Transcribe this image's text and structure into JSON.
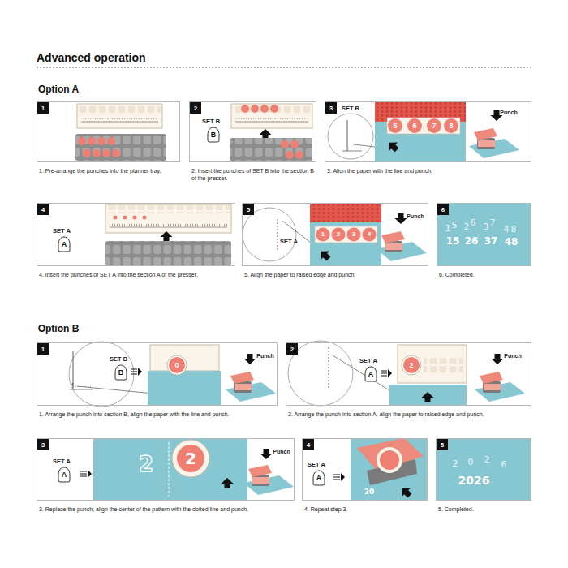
{
  "diagram": {
    "title": "Advanced operation",
    "nodes": [
      {
        "text": [
          "1",
          "1. Pre-arrange the punches into the planner tray."
        ]
      },
      {
        "text": [
          "2",
          "2. Insert the punches of SET B into the section B of the presser."
        ]
      },
      {
        "text": [
          "SET B",
          "B"
        ],
        "in": 1
      },
      {
        "text": [
          "3",
          "3. Align the paper with the line and punch."
        ]
      },
      {
        "text": [
          "4",
          "4. Insert the punches of SET A into the section A of the presser."
        ]
      },
      {
        "text": [
          "SET A",
          "A"
        ],
        "in": 4
      },
      {
        "text": [
          "5",
          "5. Align the paper to raised edge and punch."
        ]
      },
      {
        "text": [
          "6",
          "6. Completed."
        ]
      },
      {
        "text": [
          "1",
          "1. Arrange the punch into section B, align the paper with the line and punch."
        ]
      },
      {
        "text": [
          "SET B",
          "B"
        ],
        "in": 8
      },
      {
        "text": [
          "2",
          "2. Arrange the punch into section A, align the paper to raised edge and punch."
        ]
      },
      {
        "text": [
          "SET A",
          "A"
        ],
        "in": 10
      },
      {
        "text": [
          "3",
          "3. Replace the punch, align the center of the pattern with the dotted line and punch."
        ]
      },
      {
        "text": [
          "SET A",
          "A"
        ],
        "in": 12
      },
      {
        "text": [
          "4",
          "4. Repeat step 3."
        ]
      },
      {
        "text": [
          "SET A",
          "A"
        ],
        "in": 14
      },
      {
        "text": [
          "5",
          "5. Completed."
        ]
      }
    ],
    "labels": [
      "Option A",
      "SET B",
      "5",
      "6",
      "7",
      "8",
      "Punch",
      "SET A",
      "1",
      "2",
      "3",
      "4",
      "Punch",
      "1",
      "5",
      "2",
      "6",
      "3",
      "7",
      "4",
      "8",
      "15",
      "26",
      "37",
      "48",
      "Option B",
      "4",
      "0",
      "Punch",
      "2",
      "Punch",
      "2",
      "2",
      "Punch",
      "20",
      "2",
      "0",
      "2",
      "6",
      "2026"
    ]
  }
}
